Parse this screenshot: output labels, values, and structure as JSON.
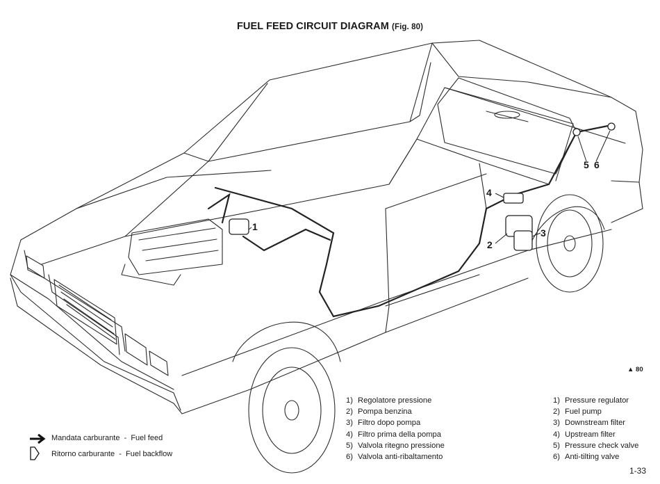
{
  "title": {
    "main": "FUEL FEED CIRCUIT DIAGRAM",
    "fig": "(Fig. 80)"
  },
  "callouts": [
    "1",
    "2",
    "3",
    "4",
    "5",
    "6"
  ],
  "figure_ref": "▲ 80",
  "legend_it": [
    {
      "num": "1)",
      "text": "Regolatore pressione"
    },
    {
      "num": "2)",
      "text": "Pompa benzina"
    },
    {
      "num": "3)",
      "text": "Filtro dopo pompa"
    },
    {
      "num": "4)",
      "text": "Filtro prima della pompa"
    },
    {
      "num": "5)",
      "text": "Valvola ritegno pressione"
    },
    {
      "num": "6)",
      "text": "Valvola anti-ribaltamento"
    }
  ],
  "legend_en": [
    {
      "num": "1)",
      "text": "Pressure regulator"
    },
    {
      "num": "2)",
      "text": "Fuel pump"
    },
    {
      "num": "3)",
      "text": "Downstream filter"
    },
    {
      "num": "4)",
      "text": "Upstream filter"
    },
    {
      "num": "5)",
      "text": "Pressure check valve"
    },
    {
      "num": "6)",
      "text": "Anti-tilting valve"
    }
  ],
  "flow_key": {
    "feed": "Mandata carburante  -  Fuel feed",
    "backflow": "Ritorno carburante  -  Fuel backflow"
  },
  "page_number": "1-33"
}
